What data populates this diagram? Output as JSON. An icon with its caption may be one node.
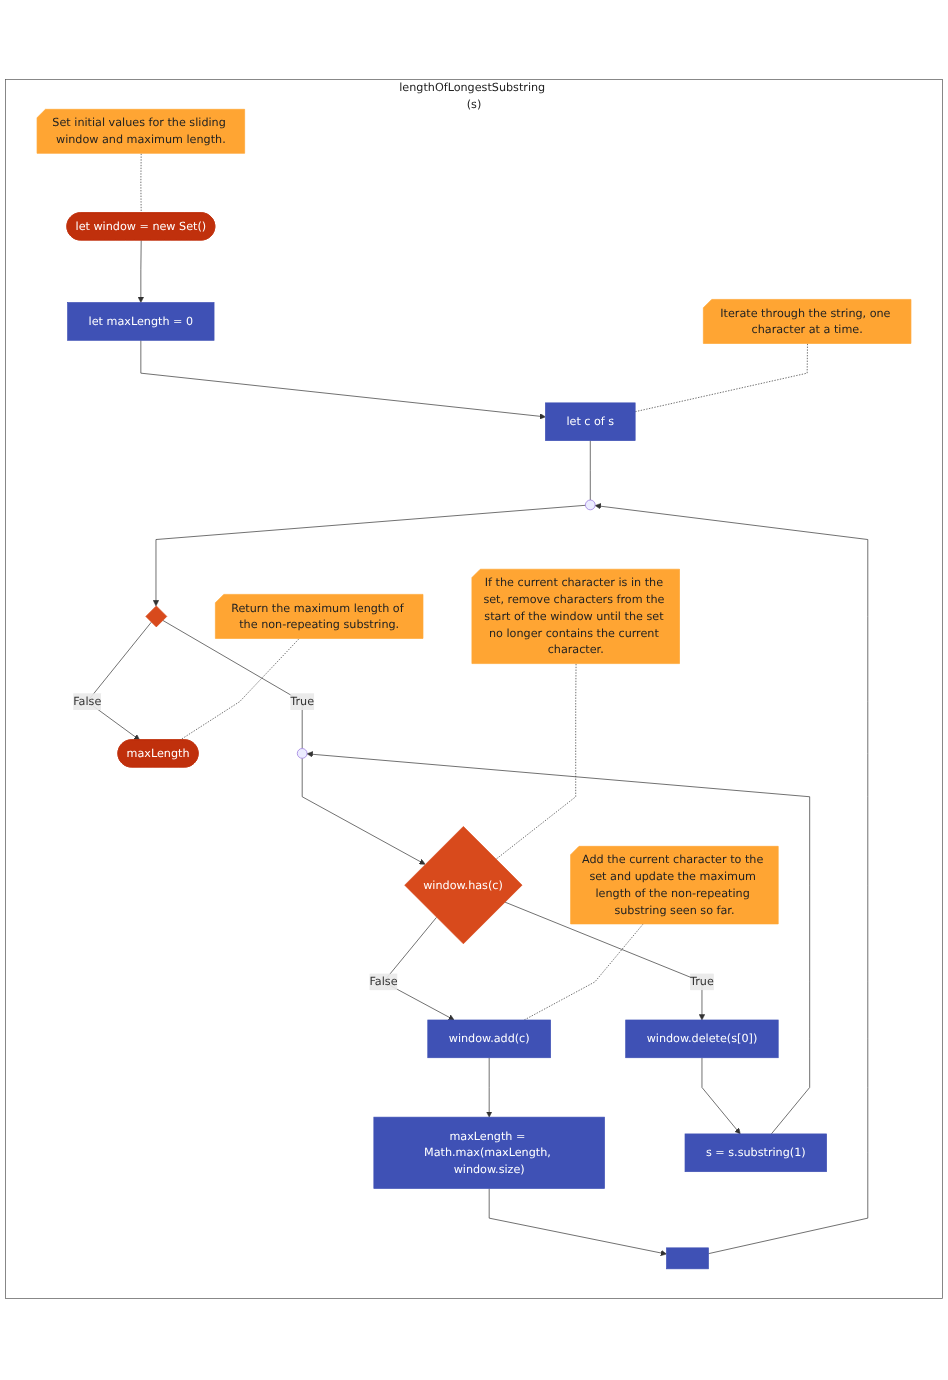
{
  "diagram": {
    "nodes": [
      {
        "text": [
          "lengthOfLongestSubstring (s)"
        ]
      },
      {
        "text": [
          "Set initial values for the sliding window and maximum length."
        ],
        "in": 0
      },
      {
        "text": [
          "let window = new Set()"
        ],
        "in": 0
      },
      {
        "text": [
          "Iterate through the string, one character at a time."
        ],
        "in": 0
      },
      {
        "text": [
          "let maxLength = 0"
        ],
        "in": 0
      },
      {
        "text": [
          "let c of s"
        ],
        "in": 0
      },
      {
        "text": [],
        "shape": "circle",
        "in": 0
      },
      {
        "text": [],
        "shape": "diamond",
        "in": 0
      },
      {
        "text": [
          "Return the maximum length of the non-repeating substring."
        ],
        "in": 0
      },
      {
        "text": [
          "maxLength"
        ],
        "in": 0
      },
      {
        "text": [
          "If the current character is in the set, remove characters from the start of the window until the set no longer contains the current character."
        ],
        "in": 0
      },
      {
        "text": [],
        "shape": "circle",
        "in": 0
      },
      {
        "text": [
          "window.has(c)"
        ],
        "in": 0
      },
      {
        "text": [
          "Add the current character to the set and update the maximum length of the non-repeating substring seen so far."
        ],
        "in": 0
      },
      {
        "text": [
          "window.add(c)"
        ],
        "in": 0
      },
      {
        "text": [
          "window.delete(s[0])"
        ],
        "in": 0
      },
      {
        "text": [
          "maxLength = Math.max(maxLength, window.size)"
        ],
        "in": 0
      },
      {
        "text": [
          "s = s.substring(1)"
        ],
        "in": 0
      },
      {
        "text": [],
        "shape": "box",
        "in": 0
      }
    ],
    "edges": [
      {
        "from": 1,
        "to": 2,
        "arrow": "none",
        "style": "dashed"
      },
      {
        "from": 2,
        "to": 4,
        "arrow": "to"
      },
      {
        "from": 4,
        "to": 5,
        "arrow": "to"
      },
      {
        "from": 3,
        "to": 5,
        "arrow": "none",
        "style": "dashed"
      },
      {
        "from": 5,
        "to": 6,
        "arrow": "none"
      },
      {
        "from": 6,
        "to": 7,
        "arrow": "to"
      },
      {
        "from": 7,
        "to": 9,
        "arrow": "to",
        "label": "False"
      },
      {
        "from": 8,
        "to": 9,
        "arrow": "none",
        "style": "dashed"
      },
      {
        "from": 7,
        "to": 11,
        "arrow": "none",
        "label": "True"
      },
      {
        "from": 11,
        "to": 12,
        "arrow": "to"
      },
      {
        "from": 10,
        "to": 12,
        "arrow": "none",
        "style": "dashed"
      },
      {
        "from": 12,
        "to": 14,
        "arrow": "to",
        "label": "False"
      },
      {
        "from": 12,
        "to": 15,
        "arrow": "to",
        "label": "True"
      },
      {
        "from": 13,
        "to": 14,
        "arrow": "none",
        "style": "dashed"
      },
      {
        "from": 14,
        "to": 16,
        "arrow": "to"
      },
      {
        "from": 15,
        "to": 17,
        "arrow": "to"
      },
      {
        "from": 17,
        "to": 11,
        "arrow": "to"
      },
      {
        "from": 16,
        "to": 18,
        "arrow": "to"
      },
      {
        "from": 18,
        "to": 6,
        "arrow": "to"
      }
    ]
  }
}
